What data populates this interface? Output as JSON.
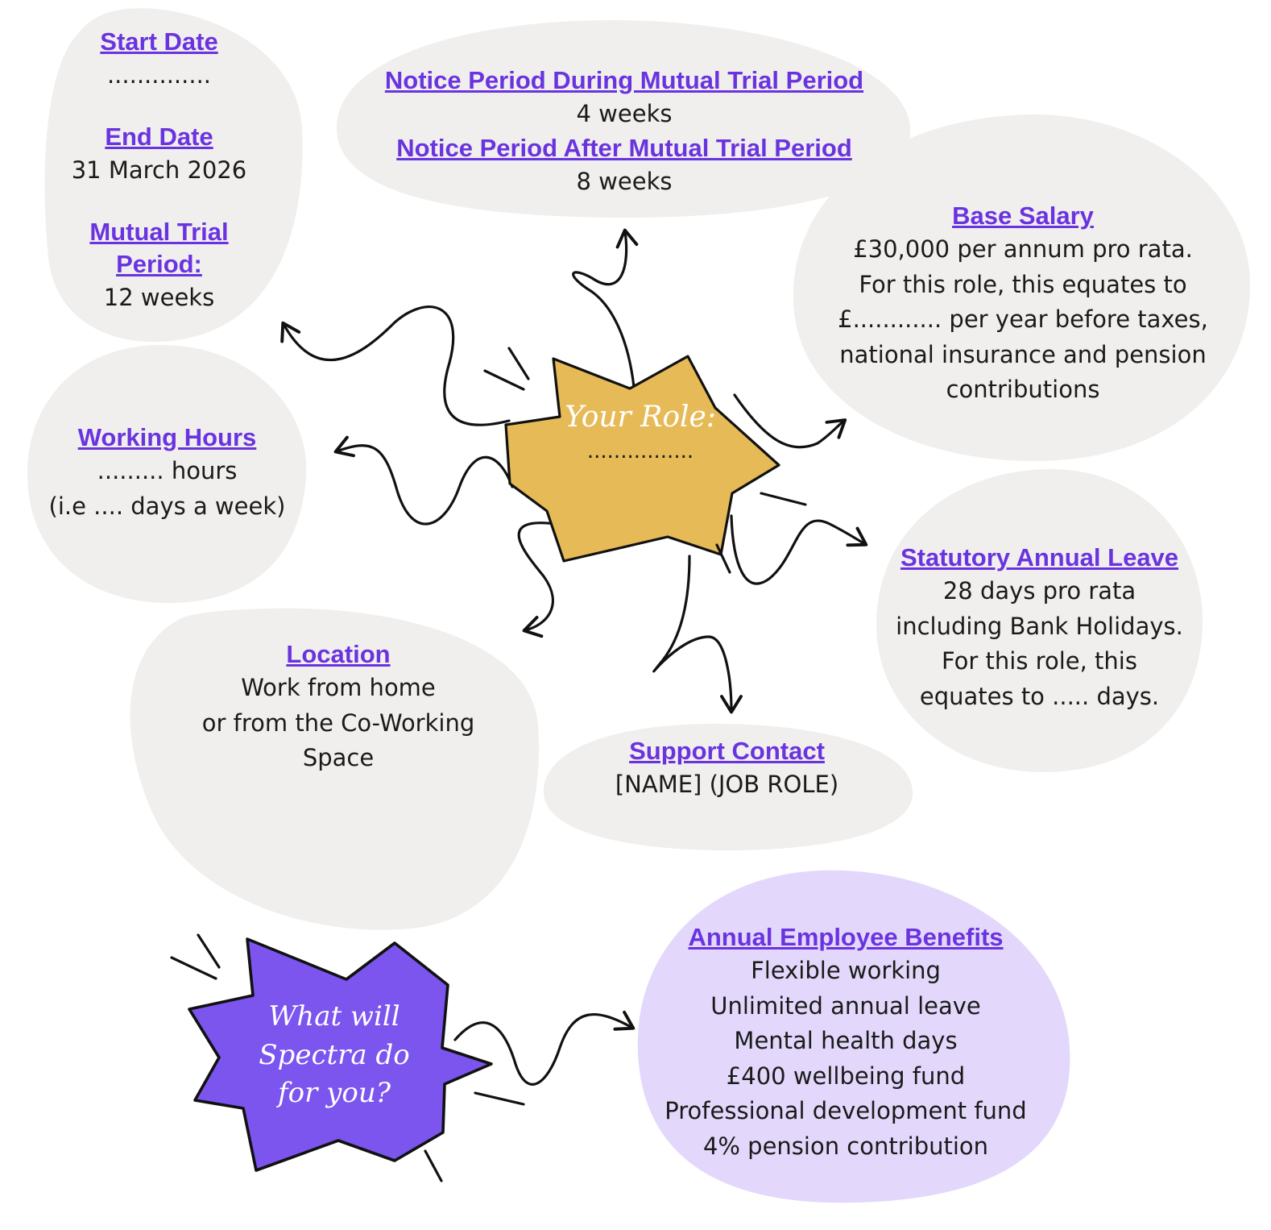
{
  "colors": {
    "blob_grey": "#f0efed",
    "blob_lavender": "#e3d8fb",
    "heading": "#6a33e0",
    "star_yellow": "#e6bb57",
    "star_purple": "#7b55ee"
  },
  "dates": {
    "start_heading": "Start Date",
    "start_value": "..............",
    "end_heading": "End Date",
    "end_value": "31 March 2026",
    "trial_heading_1": "Mutual Trial",
    "trial_heading_2": "Period:",
    "trial_value": "12 weeks"
  },
  "notice": {
    "during_heading": "Notice Period During Mutual Trial Period",
    "during_value": "4 weeks",
    "after_heading": "Notice Period After Mutual Trial Period",
    "after_value": "8 weeks"
  },
  "salary": {
    "heading": "Base Salary",
    "lines": [
      "£30,000 per annum pro rata.",
      "For this role, this equates to",
      "£............ per year before taxes,",
      "national insurance and pension",
      "contributions"
    ]
  },
  "hours": {
    "heading": "Working Hours",
    "lines": [
      "......... hours",
      "(i.e .... days a week)"
    ]
  },
  "leave": {
    "heading": "Statutory Annual Leave",
    "lines": [
      "28 days pro rata",
      "including Bank Holidays.",
      "For this role, this",
      "equates to ..... days."
    ]
  },
  "location": {
    "heading": "Location",
    "lines": [
      "Work from home",
      "or from the Co-Working",
      "Space"
    ]
  },
  "support": {
    "heading": "Support Contact",
    "value": "[NAME] (JOB ROLE)"
  },
  "role": {
    "title": "Your Role:",
    "value": "................"
  },
  "spectra": {
    "lines": [
      "What will",
      "Spectra do",
      "for you?"
    ]
  },
  "benefits": {
    "heading": "Annual Employee Benefits",
    "lines": [
      "Flexible working",
      "Unlimited annual leave",
      "Mental health days",
      "£400 wellbeing fund",
      "Professional development fund",
      "4% pension contribution"
    ]
  }
}
